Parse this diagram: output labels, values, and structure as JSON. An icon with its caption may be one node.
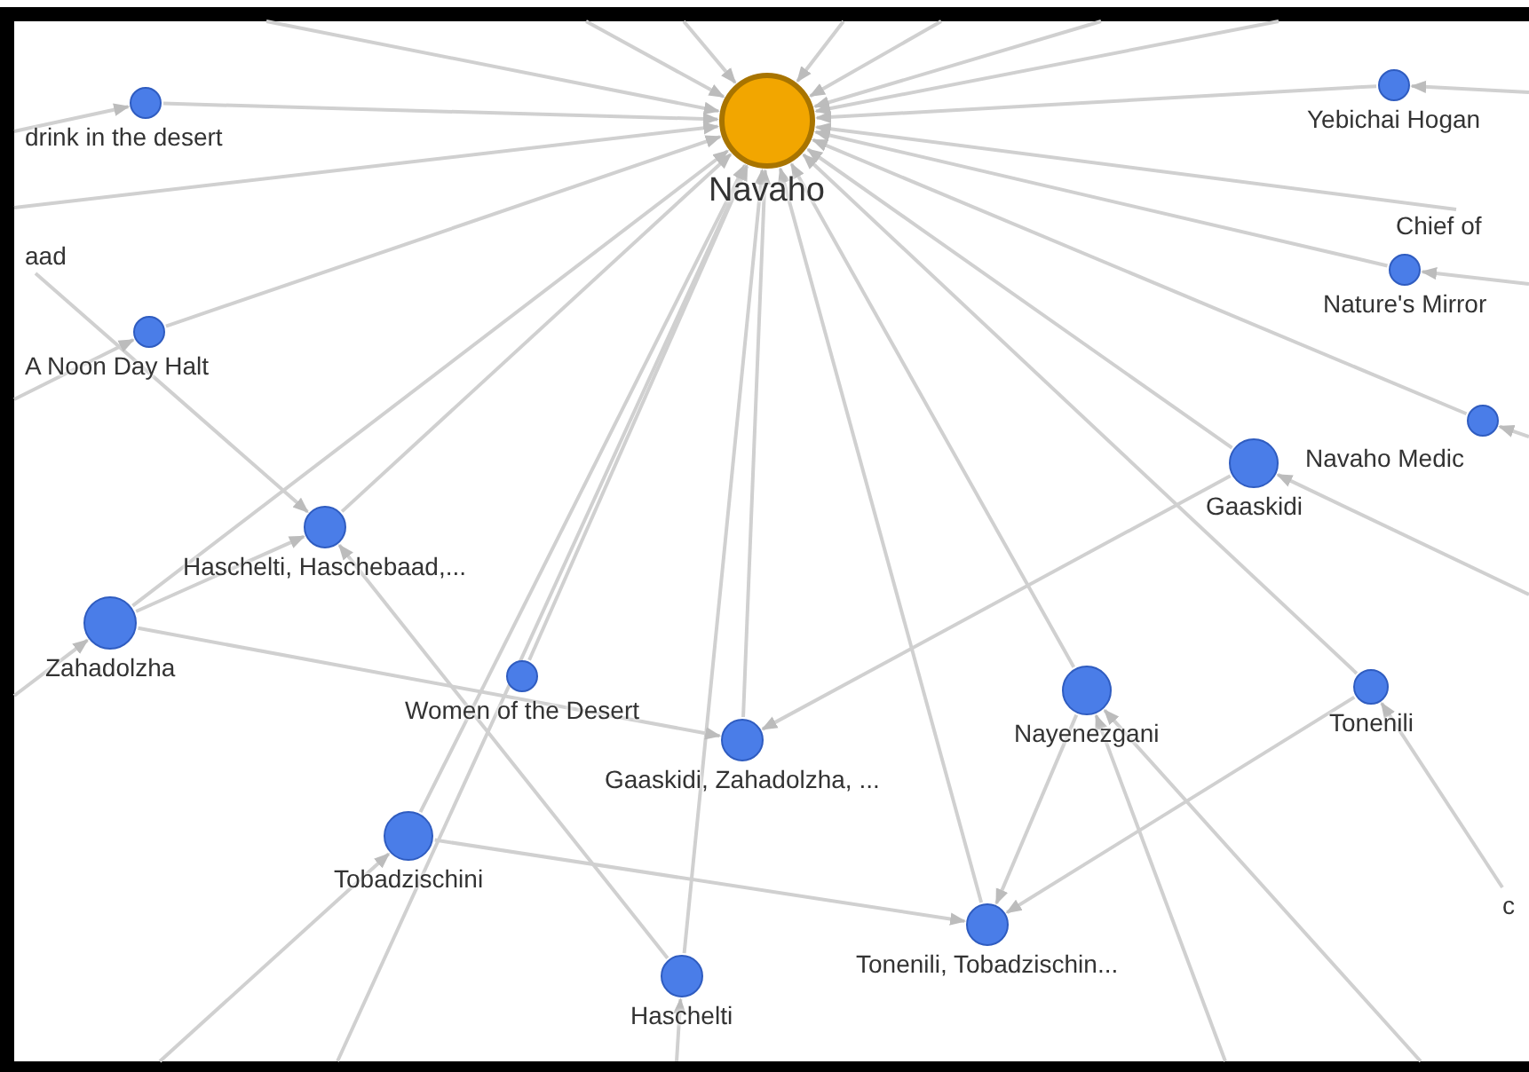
{
  "diagram": {
    "nodes": [
      {
        "text": [
          "Navaho"
        ]
      },
      {
        "text": [
          "drink in the desert"
        ]
      },
      {
        "text": [
          "aad"
        ]
      },
      {
        "text": [
          "A Noon Day Halt"
        ]
      },
      {
        "text": [
          "Yebichai Hogan"
        ]
      },
      {
        "text": [
          "Chief of"
        ]
      },
      {
        "text": [
          "Nature's Mirror"
        ]
      },
      {
        "text": [
          "Navaho Medic"
        ]
      },
      {
        "text": [
          "Gaaskidi"
        ]
      },
      {
        "text": [
          "Haschelti, Haschebaad,..."
        ]
      },
      {
        "text": [
          "Zahadolzha"
        ]
      },
      {
        "text": [
          "Women of the Desert"
        ]
      },
      {
        "text": [
          "Gaaskidi, Zahadolzha, ..."
        ]
      },
      {
        "text": [
          "Nayenezgani"
        ]
      },
      {
        "text": [
          "Tonenili"
        ]
      },
      {
        "text": [
          "Tobadzischini"
        ]
      },
      {
        "text": [
          "Tonenili, Tobadzischin..."
        ]
      },
      {
        "text": [
          "Haschelti"
        ]
      },
      {
        "text": [
          "c"
        ]
      }
    ],
    "edges": [
      {
        "from": 1,
        "to": 0,
        "arrow": "to"
      },
      {
        "from": 3,
        "to": 0,
        "arrow": "to"
      },
      {
        "from": 4,
        "to": 0,
        "arrow": "to"
      },
      {
        "from": 5,
        "to": 0,
        "arrow": "to"
      },
      {
        "from": 6,
        "to": 0,
        "arrow": "to"
      },
      {
        "from": 7,
        "to": 0,
        "arrow": "to"
      },
      {
        "from": 8,
        "to": 0,
        "arrow": "to"
      },
      {
        "from": 9,
        "to": 0,
        "arrow": "to"
      },
      {
        "from": 10,
        "to": 0,
        "arrow": "to"
      },
      {
        "from": 11,
        "to": 0,
        "arrow": "to"
      },
      {
        "from": 12,
        "to": 0,
        "arrow": "to"
      },
      {
        "from": 13,
        "to": 0,
        "arrow": "to"
      },
      {
        "from": 14,
        "to": 0,
        "arrow": "to"
      },
      {
        "from": 15,
        "to": 0,
        "arrow": "to"
      },
      {
        "from": 16,
        "to": 0,
        "arrow": "to"
      },
      {
        "from": 17,
        "to": 0,
        "arrow": "to"
      },
      {
        "from": 8,
        "to": 12,
        "arrow": "to"
      },
      {
        "from": 10,
        "to": 12,
        "arrow": "to"
      },
      {
        "from": 10,
        "to": 9,
        "arrow": "to"
      },
      {
        "from": 2,
        "to": 9,
        "arrow": "to"
      },
      {
        "from": 17,
        "to": 9,
        "arrow": "to"
      },
      {
        "from": 15,
        "to": 16,
        "arrow": "to"
      },
      {
        "from": 13,
        "to": 16,
        "arrow": "to"
      },
      {
        "from": 14,
        "to": 16,
        "arrow": "to"
      },
      {
        "from": 18,
        "to": 14,
        "arrow": "to"
      },
      {
        "from": null,
        "to": 0,
        "arrow": "to"
      },
      {
        "from": null,
        "to": 0,
        "arrow": "to"
      },
      {
        "from": null,
        "to": 0,
        "arrow": "to"
      },
      {
        "from": null,
        "to": 0,
        "arrow": "to"
      },
      {
        "from": null,
        "to": 0,
        "arrow": "to"
      },
      {
        "from": null,
        "to": 0,
        "arrow": "to"
      },
      {
        "from": null,
        "to": 0,
        "arrow": "to"
      },
      {
        "from": null,
        "to": 0,
        "arrow": "to"
      },
      {
        "from": null,
        "to": 0,
        "arrow": "to"
      },
      {
        "from": null,
        "to": 1,
        "arrow": "to"
      },
      {
        "from": null,
        "to": 3,
        "arrow": "to"
      },
      {
        "from": null,
        "to": 4,
        "arrow": "to"
      },
      {
        "from": null,
        "to": 6,
        "arrow": "to"
      },
      {
        "from": null,
        "to": 7,
        "arrow": "to"
      },
      {
        "from": null,
        "to": 8,
        "arrow": "to"
      },
      {
        "from": null,
        "to": 10,
        "arrow": "to"
      },
      {
        "from": null,
        "to": 15,
        "arrow": "to"
      },
      {
        "from": null,
        "to": 13,
        "arrow": "to"
      },
      {
        "from": null,
        "to": 13,
        "arrow": "to"
      },
      {
        "from": null,
        "to": 17,
        "arrow": "to"
      }
    ]
  }
}
